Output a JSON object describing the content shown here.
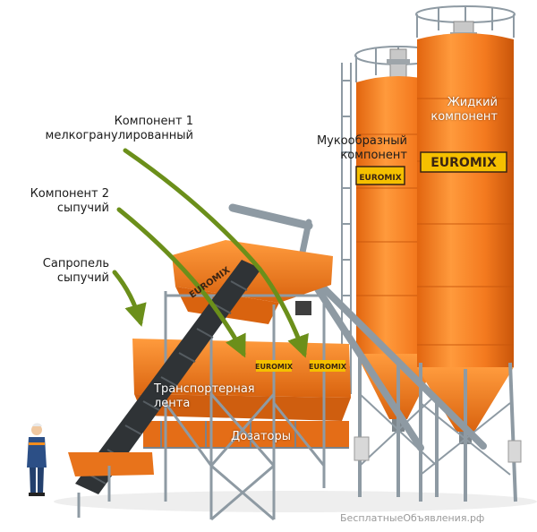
{
  "labels": {
    "component1_line1": "Компонент 1",
    "component1_line2": "мелкогранулированный",
    "component2_line1": "Компонент 2",
    "component2_line2": "сыпучий",
    "sapropel_line1": "Сапропель",
    "sapropel_line2": "сыпучий",
    "powder_line1": "Мукообразный",
    "powder_line2": "компонент",
    "liquid_line1": "Жидкий",
    "liquid_line2": "компонент",
    "conveyor_line1": "Транспортерная",
    "conveyor_line2": "лента",
    "dosers": "Дозаторы"
  },
  "brand": "EUROMIX",
  "watermark": "БесплатныеОбъявления.рф",
  "colors": {
    "silo_orange": "#f47a1f",
    "silo_dark": "#d9630f",
    "frame_grey": "#8e9aa3",
    "arrow_green": "#6b8f1a",
    "badge_yellow": "#f5c000",
    "badge_brown": "#3b2412"
  }
}
